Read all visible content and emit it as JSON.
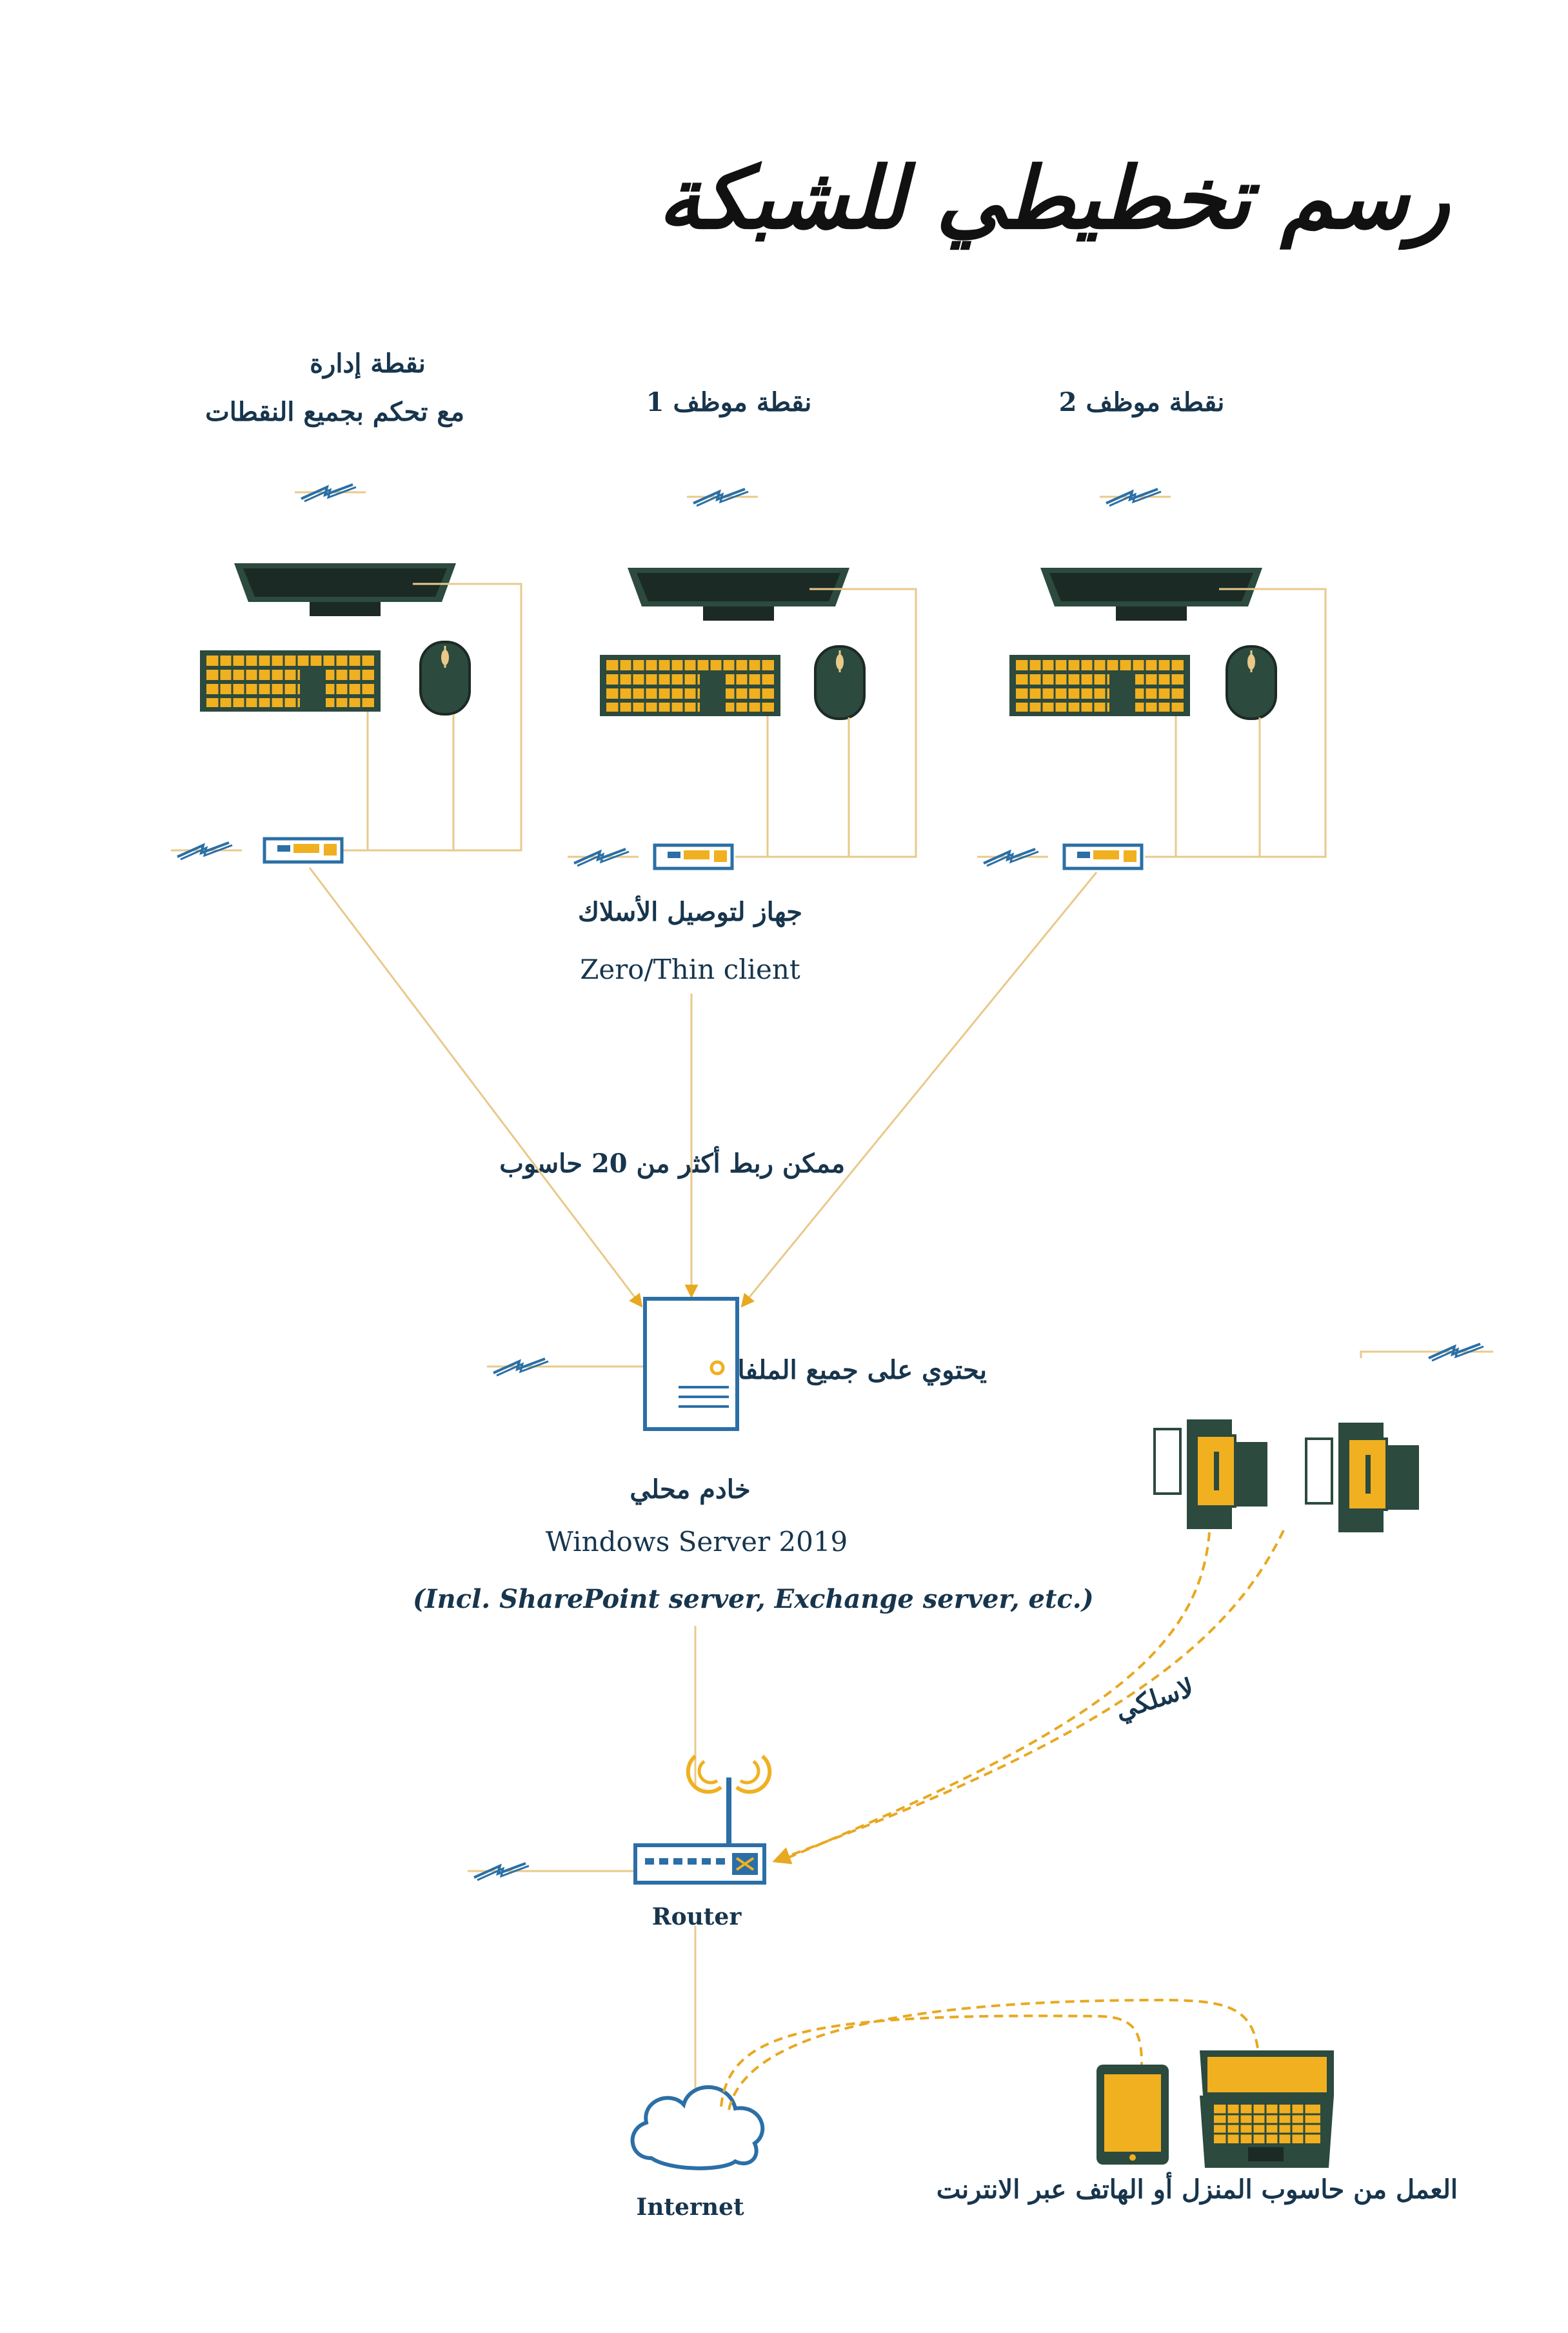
{
  "title": "رسم تخطيطي للشبكة",
  "stations": [
    {
      "label_line1": "نقطة إدارة",
      "label_line2": "مع تحكم بجميع النقطات"
    },
    {
      "label_line1": "نقطة موظف 1",
      "label_line2": ""
    },
    {
      "label_line1": "نقطة موظف 2",
      "label_line2": ""
    }
  ],
  "thin_client": {
    "label_ar": "جهاز لتوصيل الأسلاك",
    "label_en": "Zero/Thin client"
  },
  "connect_note": "ممكن ربط أكثر من 20 حاسوب",
  "server": {
    "note": "يحتوي على جميع الملفات",
    "label_ar": "خادم محلي",
    "os": "Windows Server 2019",
    "includes": "(Incl. SharePoint server, Exchange server, etc.)"
  },
  "wireless_label": "لاسلكي",
  "router_label": "Router",
  "internet_label": "Internet",
  "remote_label": "العمل من حاسوب المنزل أو الهاتف عبر الانترنت",
  "colors": {
    "dark_green": "#2c4a3e",
    "gold": "#f0b020",
    "blue": "#2b6fa6",
    "line": "#e9c98a",
    "dashed": "#e8a820",
    "text": "#17354d"
  }
}
